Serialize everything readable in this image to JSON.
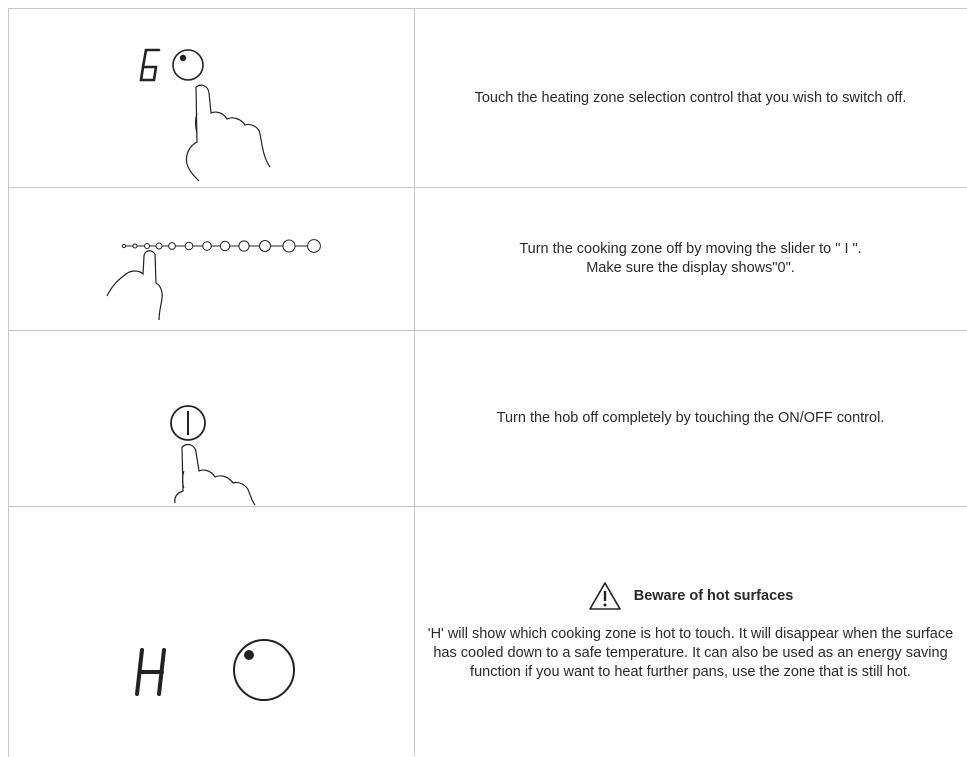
{
  "steps": [
    {
      "lines": [
        "Touch the heating zone selection control that you wish to switch off."
      ],
      "icon": "digit-six-zone-control-finger-icon",
      "display_digit": "6"
    },
    {
      "lines": [
        "Turn the cooking zone off by moving the slider to \" I \".",
        "Make sure the display shows\"0\"."
      ],
      "icon": "slider-finger-icon"
    },
    {
      "lines": [
        "Turn the hob off completely by touching the ON/OFF control."
      ],
      "icon": "power-button-finger-icon"
    },
    {
      "warning_title": "Beware of hot surfaces",
      "warning_icon": "warning-triangle-icon",
      "body": "'H' will show which cooking zone is hot to touch. It will disappear when the surface has cooled down to a safe temperature. It can also be used as an energy saving function if you want to heat further pans, use the zone that is still hot.",
      "icon": "hot-indicator-zone-icon",
      "display_letter": "H"
    }
  ]
}
